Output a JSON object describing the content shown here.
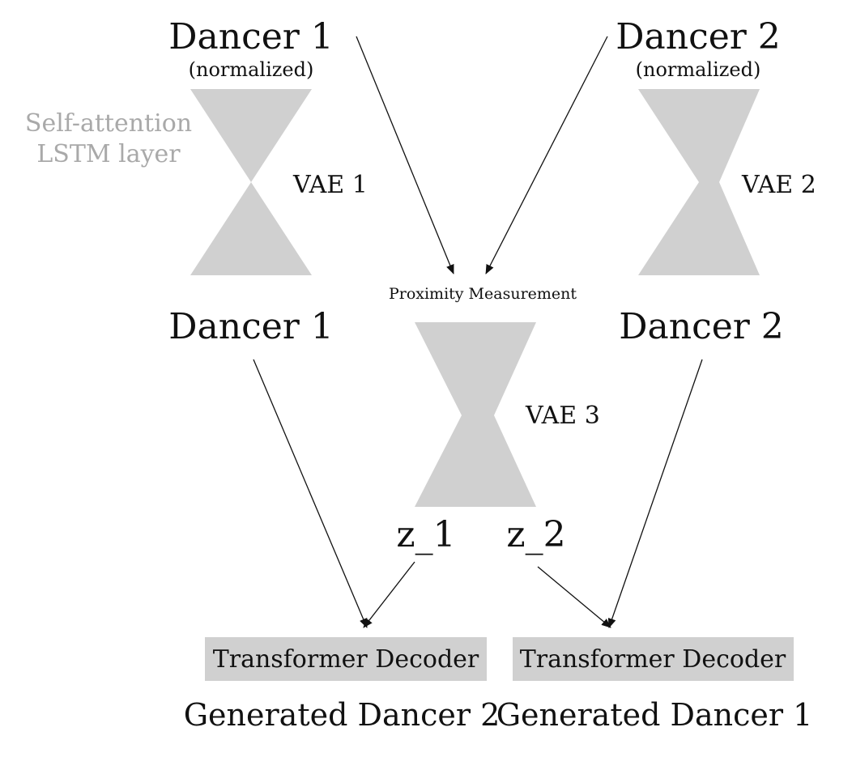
{
  "inputs": {
    "dancer1": {
      "title": "Dancer 1",
      "subtitle": "(normalized)"
    },
    "dancer2": {
      "title": "Dancer 2",
      "subtitle": "(normalized)"
    }
  },
  "vae_blocks": {
    "vae1": "VAE 1",
    "vae2": "VAE 2",
    "vae3": "VAE 3"
  },
  "layer_note": {
    "line1": "Self-attention",
    "line2": "LSTM layer"
  },
  "proximity": "Proximity Measurement",
  "middle_dancers": {
    "dancer1": "Dancer 1",
    "dancer2": "Dancer 2"
  },
  "latents": {
    "z1": "z_1",
    "z2": "z_2"
  },
  "decoders": {
    "left": "Transformer Decoder",
    "right": "Transformer Decoder"
  },
  "outputs": {
    "left": "Generated Dancer 2",
    "right": "Generated Dancer 1"
  },
  "colors": {
    "shape_fill": "#d0d0d0",
    "note_text": "#a9a9a9",
    "text": "#111111"
  }
}
